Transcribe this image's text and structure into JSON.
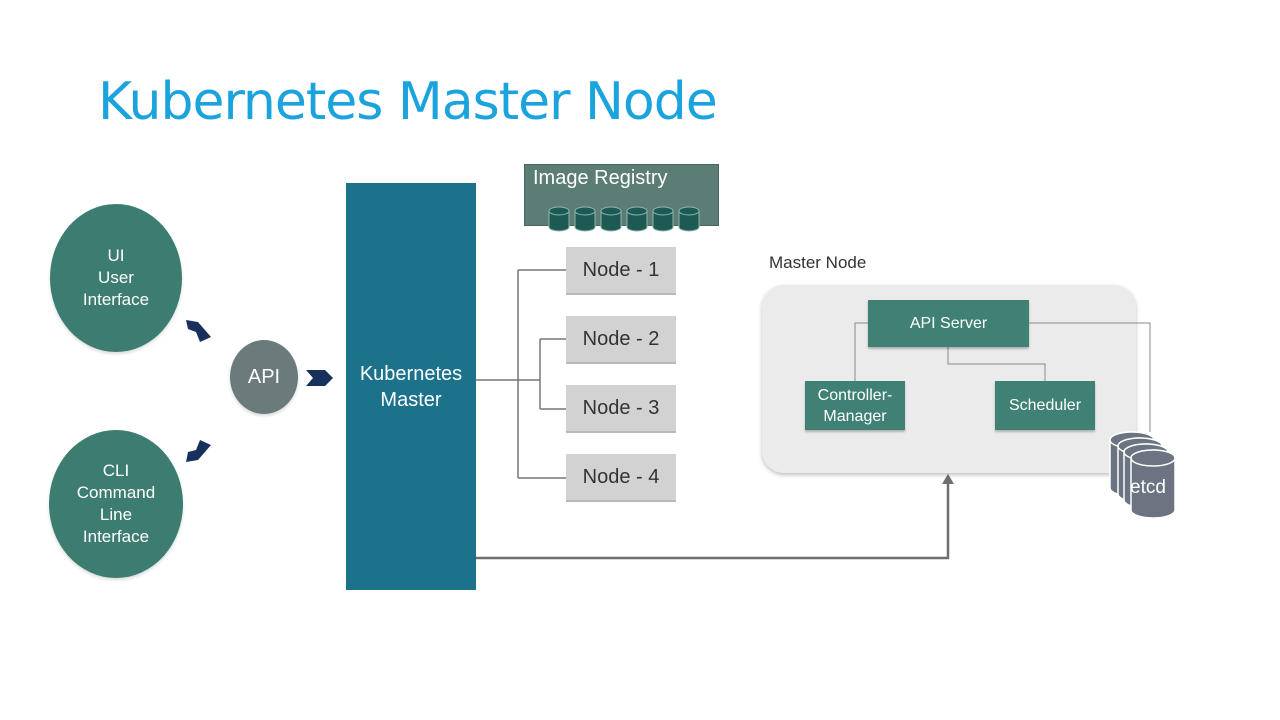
{
  "title": "Kubernetes Master Node",
  "clients": {
    "ui": "UI\nUser\nInterface",
    "cli": "CLI\nCommand\nLine\nInterface"
  },
  "api": "API",
  "kubernetes_master": "Kubernetes\nMaster",
  "image_registry": "Image Registry",
  "nodes": [
    "Node - 1",
    "Node - 2",
    "Node - 3",
    "Node - 4"
  ],
  "master_node": {
    "label": "Master Node",
    "api_server": "API Server",
    "controller_manager": "Controller-\nManager",
    "scheduler": "Scheduler",
    "etcd": "etcd"
  },
  "colors": {
    "title": "#1aa3dd",
    "client_circle": "#3d7d71",
    "api_circle": "#6b7a7a",
    "master": "#1c728b",
    "registry": "#5c7c76",
    "node": "#d2d2d2",
    "component": "#3f8174",
    "etcd": "#6b7480",
    "arrow": "#17315c"
  }
}
